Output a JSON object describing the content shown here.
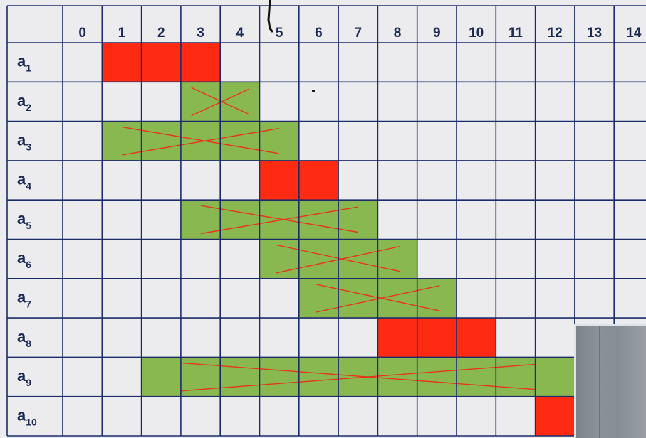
{
  "columns": [
    "0",
    "1",
    "2",
    "3",
    "4",
    "5",
    "6",
    "7",
    "8",
    "9",
    "10",
    "11",
    "12",
    "13",
    "14"
  ],
  "rows": [
    {
      "letter": "a",
      "sub": "1"
    },
    {
      "letter": "a",
      "sub": "2"
    },
    {
      "letter": "a",
      "sub": "3"
    },
    {
      "letter": "a",
      "sub": "4"
    },
    {
      "letter": "a",
      "sub": "5"
    },
    {
      "letter": "a",
      "sub": "6"
    },
    {
      "letter": "a",
      "sub": "7"
    },
    {
      "letter": "a",
      "sub": "8"
    },
    {
      "letter": "a",
      "sub": "9"
    },
    {
      "letter": "a",
      "sub": "10"
    }
  ],
  "activities": [
    {
      "row": 0,
      "start": 1,
      "end": 3,
      "status": "selected"
    },
    {
      "row": 1,
      "start": 3,
      "end": 4,
      "status": "rejected"
    },
    {
      "row": 2,
      "start": 1,
      "end": 5,
      "status": "rejected"
    },
    {
      "row": 3,
      "start": 5,
      "end": 6,
      "status": "selected"
    },
    {
      "row": 4,
      "start": 3,
      "end": 7,
      "status": "rejected"
    },
    {
      "row": 5,
      "start": 5,
      "end": 8,
      "status": "rejected"
    },
    {
      "row": 6,
      "start": 6,
      "end": 9,
      "status": "rejected"
    },
    {
      "row": 7,
      "start": 8,
      "end": 10,
      "status": "selected"
    },
    {
      "row": 8,
      "start": 2,
      "end": 12,
      "status": "rejected"
    },
    {
      "row": 9,
      "start": 12,
      "end": 12,
      "status": "selected"
    }
  ],
  "colors": {
    "selected": "#ff2a12",
    "rejected": "#8ab850",
    "grid": "#1c2c6a",
    "cell": "#ececef",
    "cross": "#e8341c",
    "text": "#1a2a55"
  }
}
